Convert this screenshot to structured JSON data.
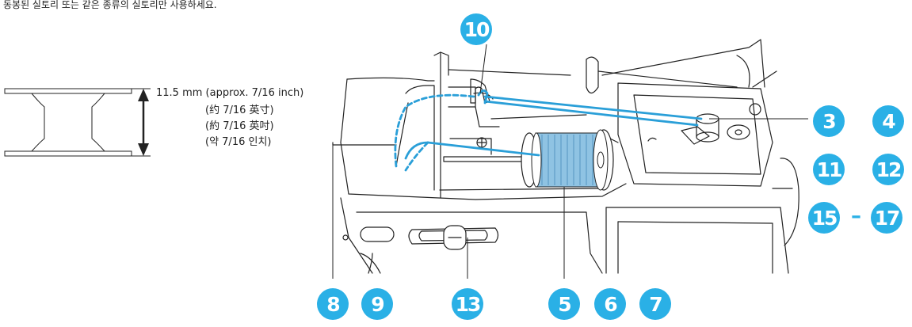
{
  "note_text": "동봉된 실토리 또는 같은 종류의 실토리만 사용하세요.",
  "dimension": {
    "main": "11.5 mm  (approx. 7/16 inch)",
    "zh_cn": "(约 7/16 英寸)",
    "zh_tw": "(約 7/16 英吋)",
    "ko": "(약 7/16 인치)"
  },
  "steps": {
    "s10": "10",
    "s3": "3",
    "s4": "4",
    "s11": "11",
    "s12": "12",
    "s15": "15",
    "dash": "–",
    "s17": "17",
    "s8": "8",
    "s9": "9",
    "s13": "13",
    "s5": "5",
    "s6": "6",
    "s7": "7"
  },
  "colors": {
    "badge": "#2ab0e6",
    "thread": "#2a9fd8",
    "spool": "#8fc3e3",
    "line": "#222222"
  }
}
